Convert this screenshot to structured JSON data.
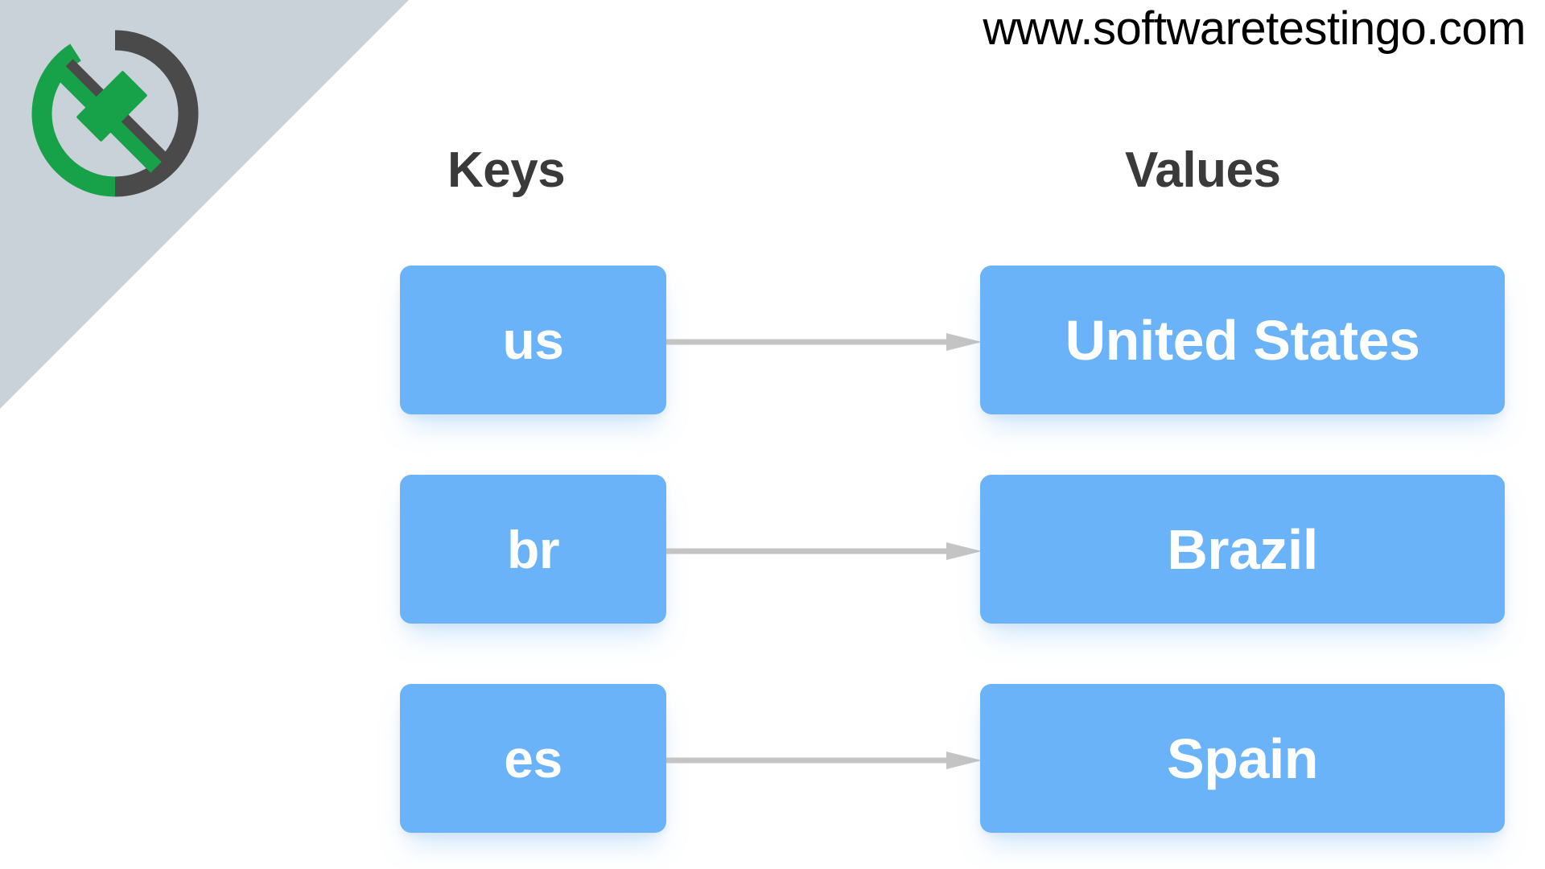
{
  "branding": {
    "site_url": "www.softwaretestingo.com",
    "logo_icon": "testing-clock-logo-icon",
    "logo_colors": {
      "ring_dark": "#4a4a4a",
      "ring_green": "#17a24a"
    },
    "corner_color": "#c9d1d9"
  },
  "diagram": {
    "type": "key-value-mapping",
    "accent_color": "#6ab3f8",
    "arrow_color": "#c4c4c4",
    "header_color": "#3a3a3a",
    "columns": {
      "keys_label": "Keys",
      "values_label": "Values"
    },
    "arrow_icon": "arrow-right-icon",
    "pairs": [
      {
        "key": "us",
        "value": "United States"
      },
      {
        "key": "br",
        "value": "Brazil"
      },
      {
        "key": "es",
        "value": "Spain"
      }
    ]
  }
}
